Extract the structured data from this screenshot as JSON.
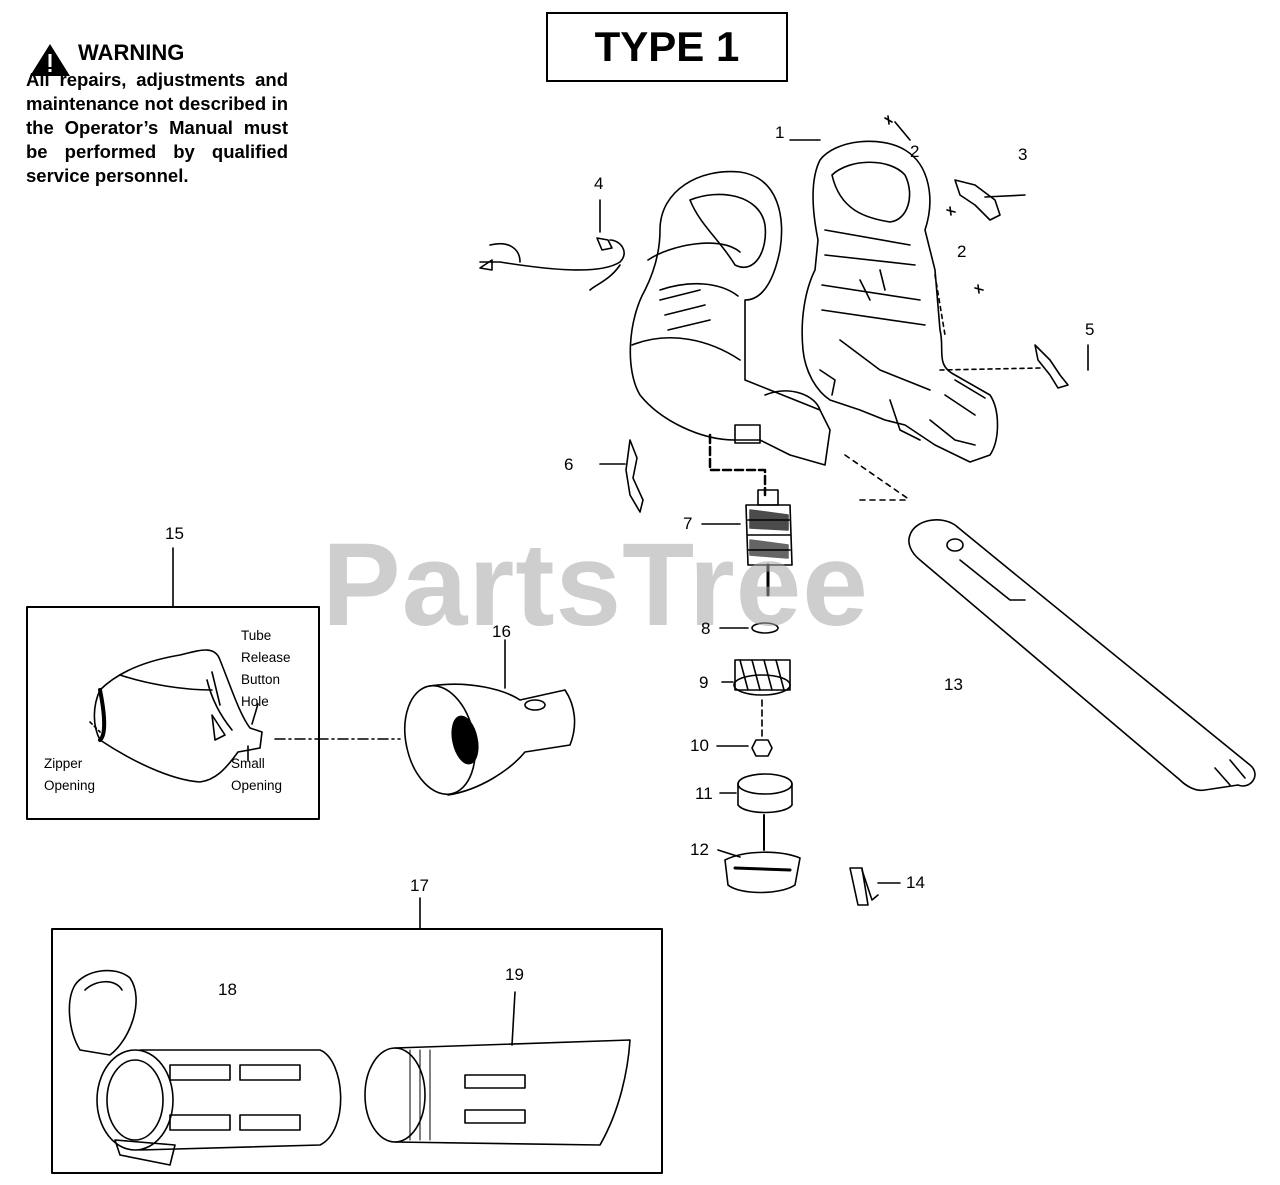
{
  "warning": {
    "heading": "WARNING",
    "text": "All repairs, adjustments and maintenance not described in the Operator’s Manual must be performed by qualified service personnel."
  },
  "title": "TYPE 1",
  "watermark": "PartsTree",
  "callouts": [
    "1",
    "2",
    "2",
    "3",
    "4",
    "5",
    "6",
    "7",
    "8",
    "9",
    "10",
    "11",
    "12",
    "13",
    "14",
    "15",
    "16",
    "17",
    "18",
    "19"
  ],
  "inset_15_labels": {
    "tube_release": [
      "Tube",
      "Release",
      "Button",
      "Hole"
    ],
    "zipper": [
      "Zipper",
      "Opening"
    ],
    "small": [
      "Small",
      "Opening"
    ]
  }
}
